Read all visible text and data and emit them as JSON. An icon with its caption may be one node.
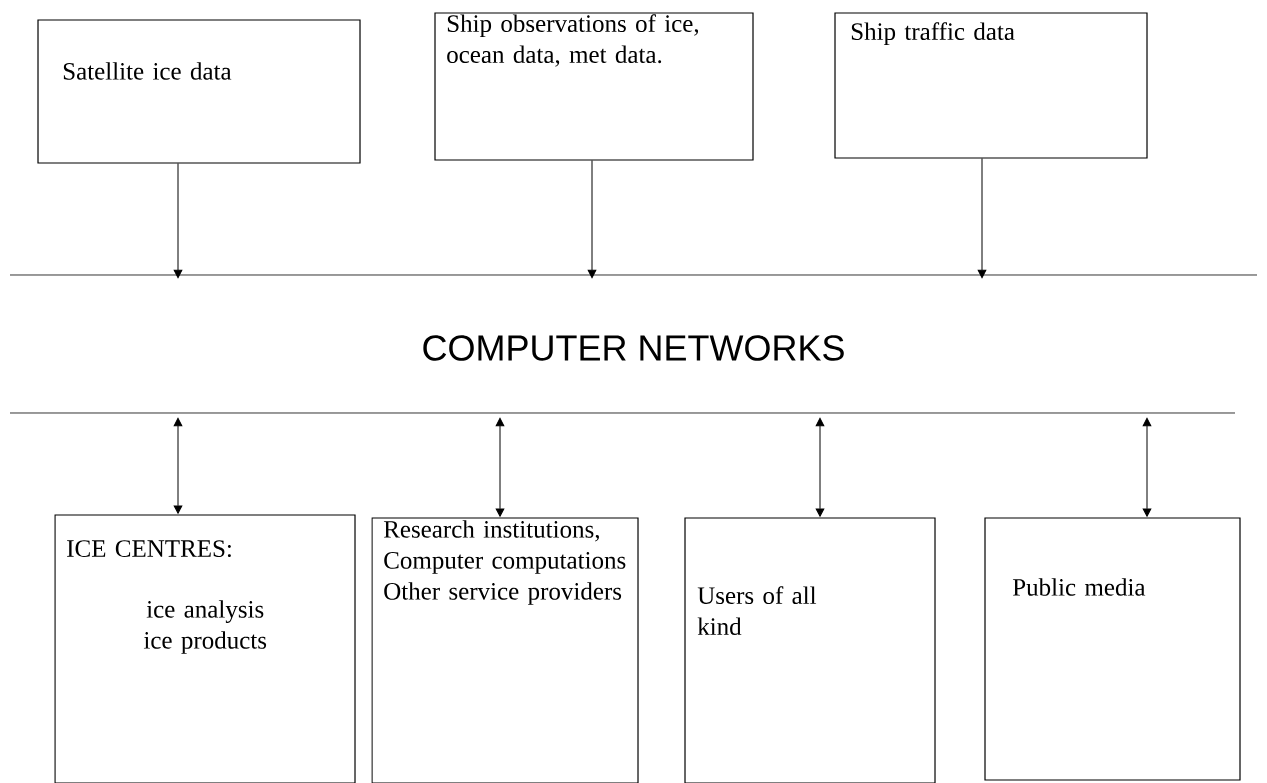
{
  "diagram": {
    "nodes": [
      {
        "text": [
          "Satellite ice data"
        ]
      },
      {
        "text": [
          "Ship observations of ice, ocean data, met data."
        ]
      },
      {
        "text": [
          "Ship traffic data"
        ]
      },
      {
        "text": [
          "COMPUTER NETWORKS"
        ]
      },
      {
        "text": [
          "ICE CENTRES:",
          "ice analysis ice products"
        ]
      },
      {
        "text": [
          "Research institutions, Computer computations Other service providers"
        ]
      },
      {
        "text": [
          "Users of all kind"
        ]
      },
      {
        "text": [
          "Public media"
        ]
      }
    ],
    "edges": [
      {
        "from": 0,
        "to": 3,
        "arrow": "to"
      },
      {
        "from": 1,
        "to": 3,
        "arrow": "to"
      },
      {
        "from": 2,
        "to": 3,
        "arrow": "to"
      },
      {
        "from": 3,
        "to": 4,
        "arrow": "both"
      },
      {
        "from": 3,
        "to": 5,
        "arrow": "both"
      },
      {
        "from": 3,
        "to": 6,
        "arrow": "both"
      },
      {
        "from": 3,
        "to": 7,
        "arrow": "both"
      }
    ]
  }
}
